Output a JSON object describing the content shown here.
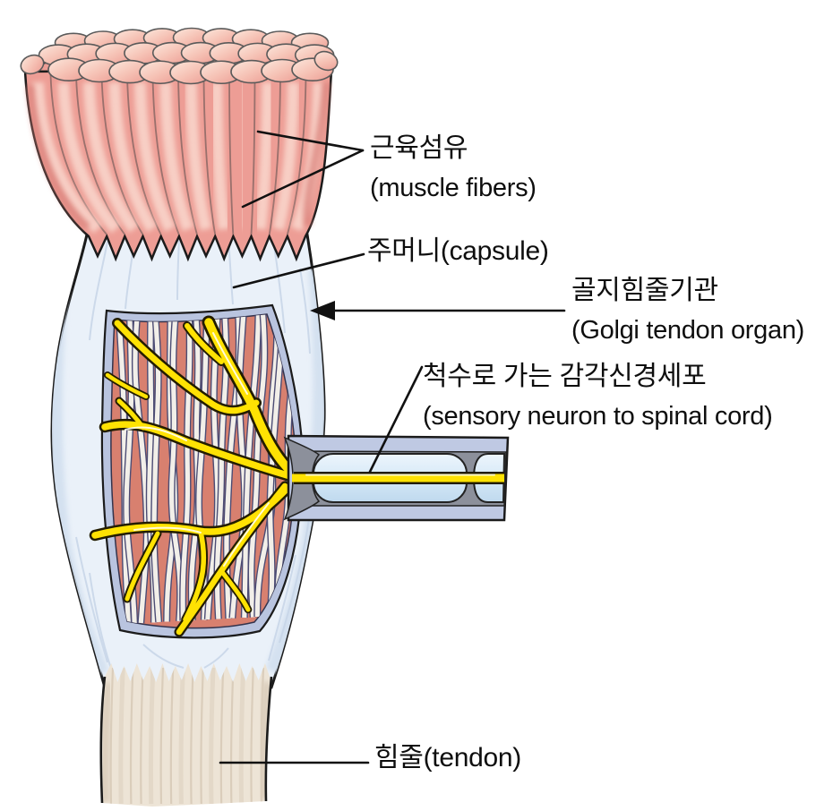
{
  "labels": {
    "muscle_fibers": {
      "ko": "근육섬유",
      "en": "(muscle fibers)"
    },
    "capsule": {
      "text": "주머니(capsule)"
    },
    "golgi": {
      "ko": "골지힘줄기관",
      "en": "(Golgi tendon organ)"
    },
    "sensory": {
      "ko": "척수로 가는 감각신경세포",
      "en": "(sensory neuron to spinal cord)"
    },
    "tendon": {
      "text": "힘줄(tendon)"
    }
  },
  "colors": {
    "muscle_fiber_pink": "#ED9D95",
    "muscle_fiber_light": "#F9D8CE",
    "muscle_top_light": "#FCE8DD",
    "capsule_fill": "#EAF1F9",
    "capsule_streak": "#C7D5E8",
    "window_border": "#B9C4DF",
    "window_background": "#D8806F",
    "collagen_strand": "#F2EFE9",
    "strand_outline": "#4C4C74",
    "nerve_yellow": "#FFE203",
    "nerve_outline": "#221C00",
    "tube_band": "#BFC9E3",
    "tube_gray": "#8C909B",
    "myelin_blue": "#D6E9F7",
    "tendon_cream": "#EDE4D6",
    "tendon_stripe": "#DACDBB",
    "outline_dark": "#1B1B1B",
    "label_line": "#111111"
  }
}
